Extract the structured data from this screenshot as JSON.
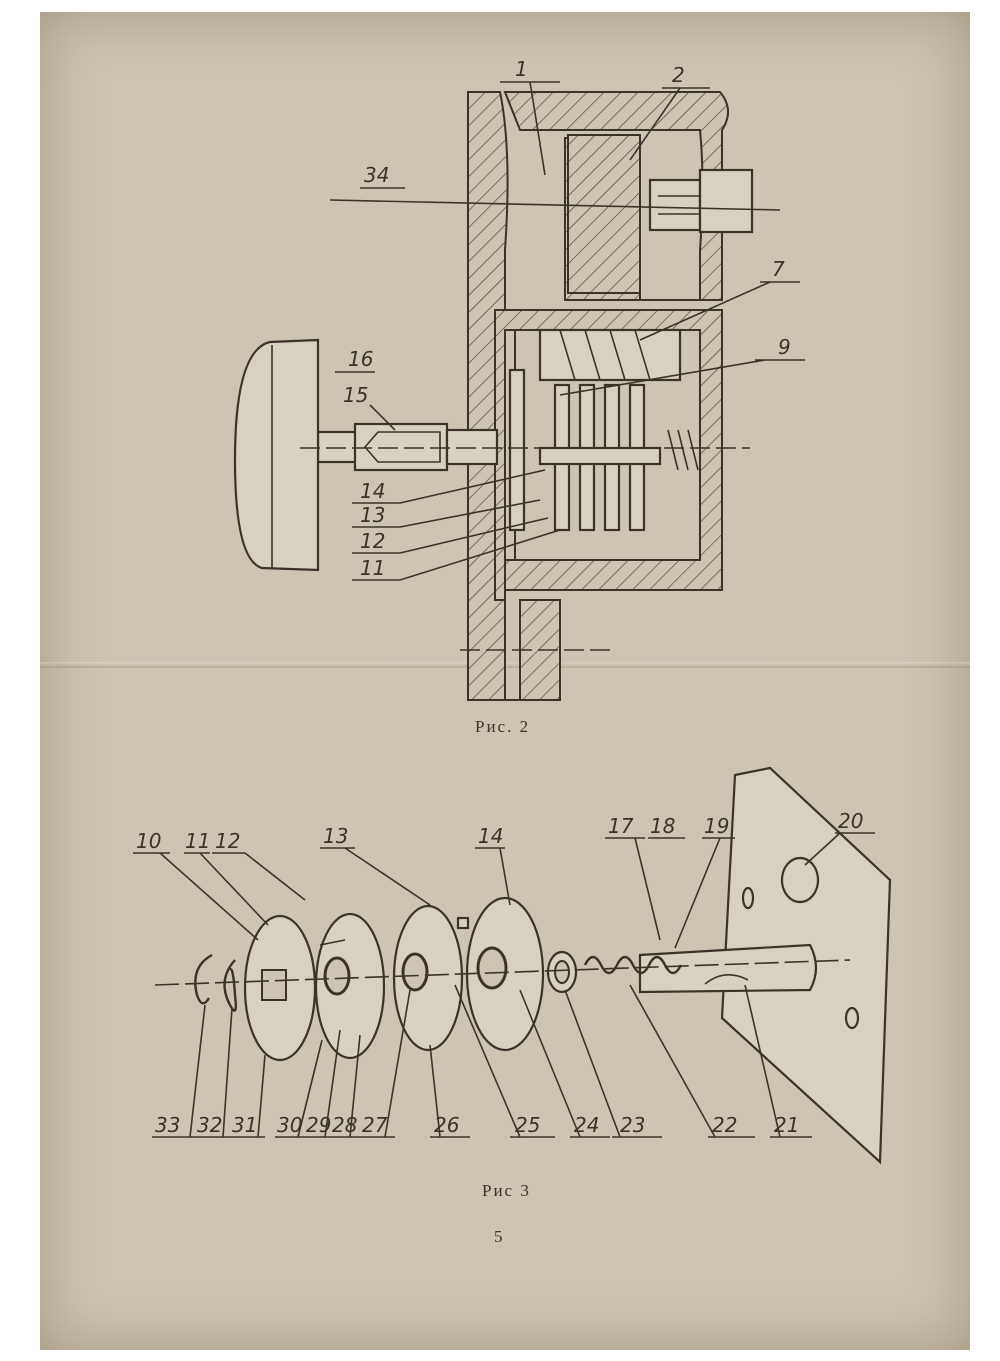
{
  "figure2": {
    "caption": "Рис. 2",
    "labels": {
      "l1": "1",
      "l2": "2",
      "l34": "34",
      "l7": "7",
      "l9": "9",
      "l16": "16",
      "l15": "15",
      "l14": "14",
      "l13": "13",
      "l12": "12",
      "l11": "11"
    }
  },
  "figure3": {
    "caption": "Рис 3",
    "labels": {
      "l10": "10",
      "l11": "11",
      "l12": "12",
      "l13": "13",
      "l14": "14",
      "l17": "17",
      "l18": "18",
      "l19": "19",
      "l20": "20",
      "l33": "33",
      "l32": "32",
      "l31": "31",
      "l30": "30",
      "l29": "29",
      "l28": "28",
      "l27": "27",
      "l26": "26",
      "l25": "25",
      "l24": "24",
      "l23": "23",
      "l22": "22",
      "l21": "21"
    }
  },
  "page_number": "5"
}
